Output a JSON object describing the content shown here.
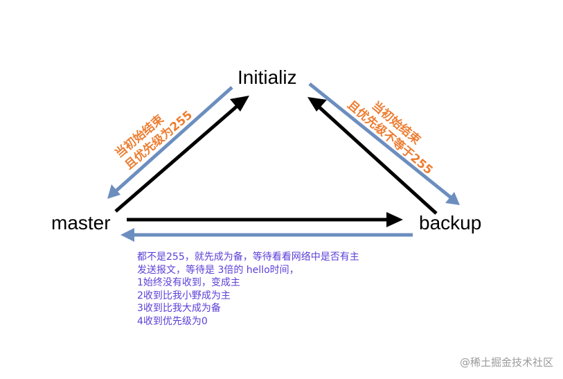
{
  "nodes": {
    "init": "Initializ",
    "master": "master",
    "backup": "backup"
  },
  "labels": {
    "to_master": [
      "当初始结束",
      "且优先级为255"
    ],
    "to_backup": [
      "当初始结束",
      "且优先级不等于255"
    ]
  },
  "note": {
    "lines": [
      "都不是255，就先成为备，等待看看网络中是否有主",
      "发送报文，等待是 3倍的 hello时间，",
      "1始终没有收到，变成主",
      "2收到比我小野成为主",
      "3收到比我大成为备",
      "4收到优先级为0"
    ]
  },
  "watermark": "@稀土掘金技术社区",
  "colors": {
    "background": "#ffffff",
    "black_arrow": "#000000",
    "blue_arrow": "#6c8ebf",
    "orange_text": "#ed7d31",
    "note_text": "#5b3fd6",
    "watermark_text": "#9a9a9a"
  }
}
